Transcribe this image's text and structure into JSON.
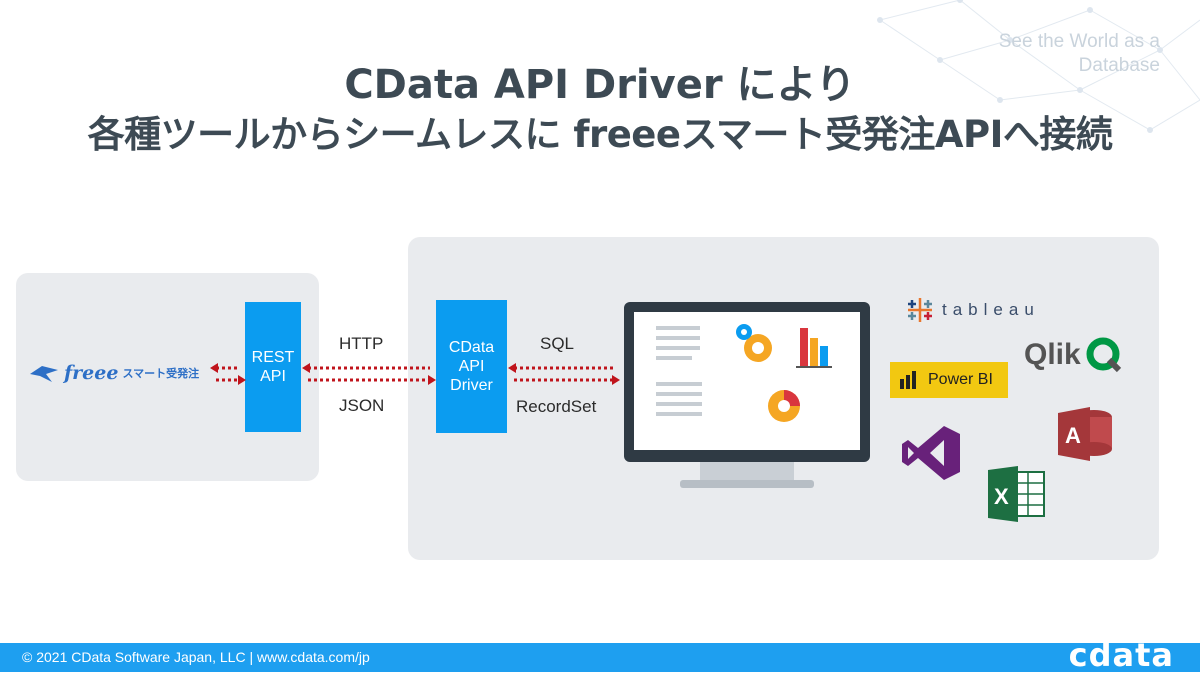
{
  "tagline": {
    "line1": "See the World as a",
    "line2": "Database"
  },
  "title": {
    "line1": "CData API Driver により",
    "line2": "各種ツールからシームレスに freeeスマート受発注APIへ接続"
  },
  "diagram": {
    "freee_logo": {
      "word": "freee",
      "sub": "スマート受発注"
    },
    "rest_api": {
      "line1": "REST",
      "line2": "API"
    },
    "http_label": "HTTP",
    "json_label": "JSON",
    "cdata_driver": {
      "line1": "CData",
      "line2": "API",
      "line3": "Driver"
    },
    "sql_label": "SQL",
    "recordset_label": "RecordSet",
    "tools": {
      "tableau": "tableau",
      "qlik": "Qlik",
      "powerbi": "Power BI",
      "icons": [
        "tableau-icon",
        "qlik-icon",
        "power-bi-icon",
        "visual-studio-icon",
        "access-icon",
        "excel-icon"
      ]
    },
    "colors": {
      "blue_box": "#0b9cf0",
      "arrow": "#c0141c",
      "panel": "#e9ebee",
      "monitor": "#2f3a44"
    }
  },
  "footer": {
    "copyright": "© 2021 CData Software Japan, LLC |  www.cdata.com/jp",
    "logo": "cdata"
  }
}
